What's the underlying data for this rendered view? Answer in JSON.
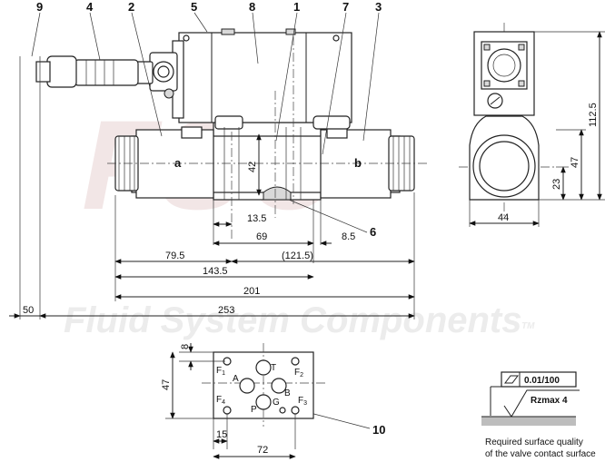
{
  "watermark": {
    "company": "Fluid System Components",
    "tm": "TM"
  },
  "callouts": {
    "c1": "1",
    "c2": "2",
    "c3": "3",
    "c4": "4",
    "c5": "5",
    "c6": "6",
    "c7": "7",
    "c8": "8",
    "c9": "9",
    "c10": "10"
  },
  "side_labels": {
    "a": "a",
    "b": "b"
  },
  "front_dims": {
    "d13_5": "13.5",
    "d69": "69",
    "d121_5": "(121.5)",
    "d8_5": "8.5",
    "d79_5": "79.5",
    "d143_5": "143.5",
    "d201": "201",
    "d253": "253",
    "d50": "50",
    "d42": "42"
  },
  "end_dims": {
    "d112_5": "112.5",
    "d47": "47",
    "d23": "23",
    "d44": "44"
  },
  "port_dims": {
    "d8": "8",
    "d47": "47",
    "d15": "15",
    "d72": "72"
  },
  "port_labels": {
    "F1": "F",
    "F1_sub": "1",
    "F2": "F",
    "F2_sub": "2",
    "F3": "F",
    "F3_sub": "3",
    "F4": "F",
    "F4_sub": "4",
    "A": "A",
    "T": "T",
    "B": "B",
    "P": "P",
    "G": "G"
  },
  "surface": {
    "flatness": "0.01/100",
    "roughness": "Rzmax 4",
    "caption_line1": "Required surface quality",
    "caption_line2": "of the valve contact surface"
  }
}
